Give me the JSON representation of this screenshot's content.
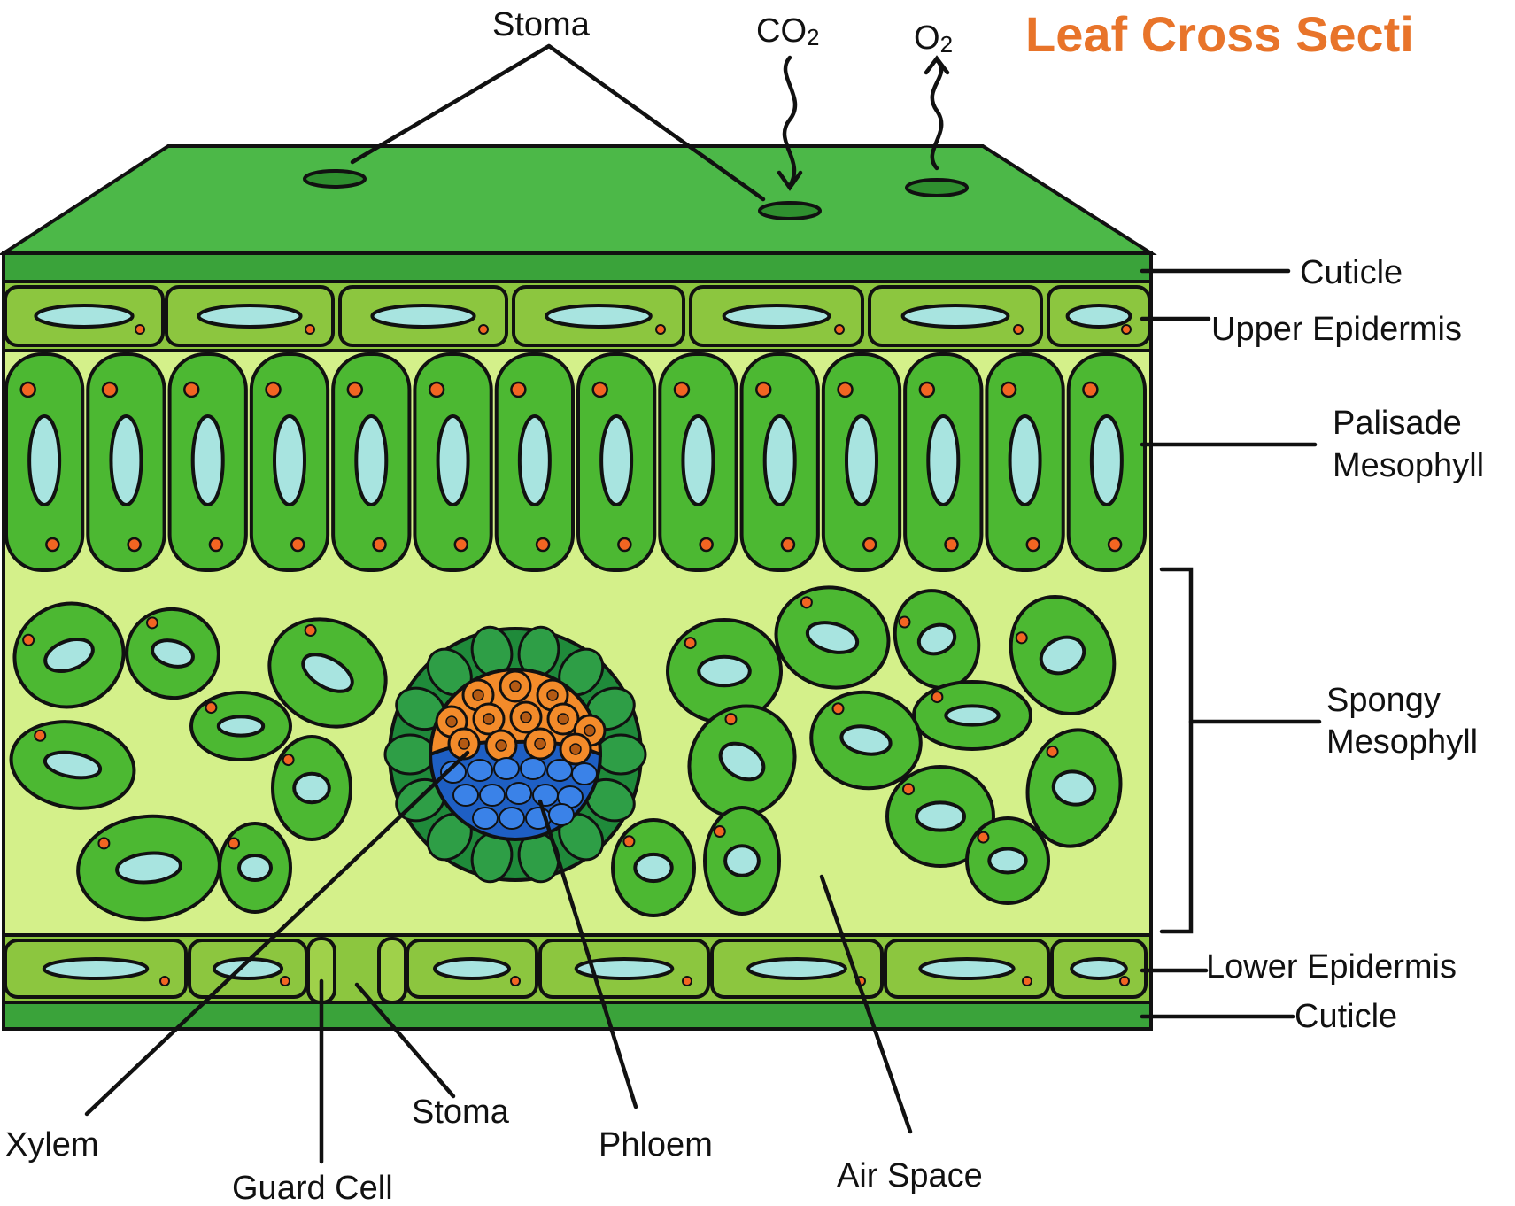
{
  "title": "Leaf Cross Secti",
  "colors": {
    "title": "#e8742a",
    "cuticle": "#3aa33a",
    "upper_surface": "#4cb848",
    "epidermis": "#8cc63f",
    "mesophyll_bg": "#d4f08a",
    "chloroplast_cell": "#4cb832",
    "vacuole": "#a8e4e0",
    "organelle": "#f26522",
    "bundle_sheath": "#1f8a3a",
    "xylem": "#f38b2a",
    "phloem": "#1e5fc4"
  },
  "labels": {
    "stoma_top": "Stoma",
    "co2": "CO",
    "co2_sub": "2",
    "o2": "O",
    "o2_sub": "2",
    "cuticle_top": "Cuticle",
    "upper_epidermis": "Upper Epidermis",
    "palisade_1": "Palisade",
    "palisade_2": "Mesophyll",
    "spongy_1": "Spongy",
    "spongy_2": "Mesophyll",
    "lower_epidermis": "Lower Epidermis",
    "cuticle_bottom": "Cuticle",
    "xylem": "Xylem",
    "guard_cell": "Guard Cell",
    "stoma_bottom": "Stoma",
    "phloem": "Phloem",
    "air_space": "Air Space"
  }
}
